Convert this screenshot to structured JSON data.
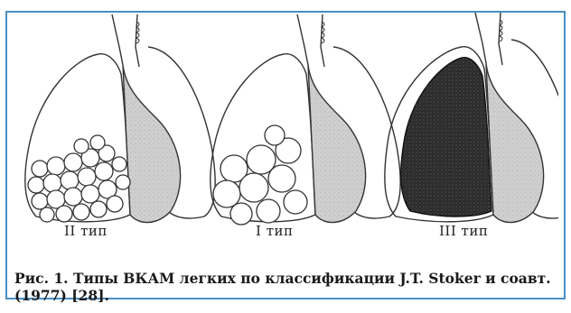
{
  "figure": {
    "panels": [
      {
        "id": "type2",
        "label": "II тип"
      },
      {
        "id": "type1",
        "label": "I тип"
      },
      {
        "id": "type3",
        "label": "III тип"
      }
    ]
  },
  "caption": {
    "text": "Рис. 1. Типы ВКАМ легких по классификации J.T. Stoker и соавт. (1977) [28]."
  },
  "colors": {
    "border": "#4a8fc4",
    "line": "#333333",
    "heart_fill": "#c8c8c8",
    "dark_lung": "#2a2a2a"
  }
}
